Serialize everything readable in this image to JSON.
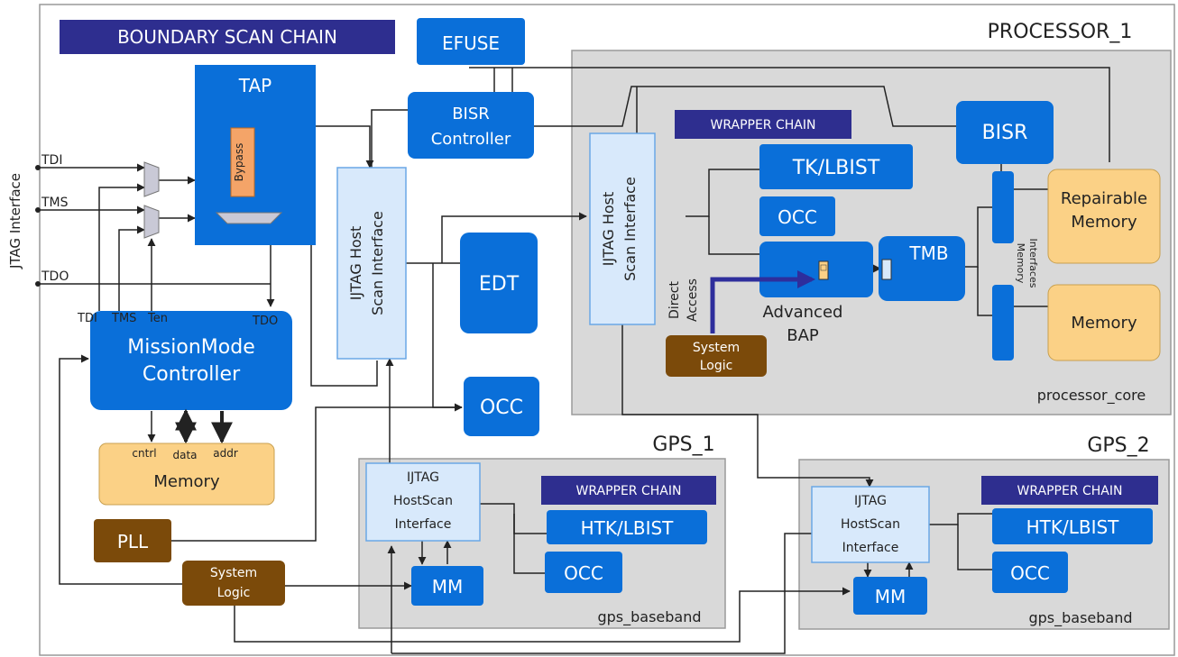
{
  "labels": {
    "title": "BOUNDARY SCAN CHAIN",
    "processor": "PROCESSOR_1",
    "efuse": "EFUSE",
    "tap": "TAP",
    "bypass": "Bypass",
    "bisr_ctrl_1": "BISR",
    "bisr_ctrl_2": "Controller",
    "bisr": "BISR",
    "wrapper_chain": "WRAPPER CHAIN",
    "tk_lbist": "TK/LBIST",
    "occ": "OCC",
    "tmb": "TMB",
    "repairable_1": "Repairable",
    "repairable_2": "Memory",
    "memory": "Memory",
    "memory_interfaces_1": "Memory",
    "memory_interfaces_2": "Interfaces",
    "adv_bap_1": "Advanced",
    "adv_bap_2": "BAP",
    "direct_1": "Direct",
    "direct_2": "Access",
    "system_1": "System",
    "system_2": "Logic",
    "processor_core": "processor_core",
    "ijtag_host_1": "IJTAG Host",
    "ijtag_host_2": "Scan Interface",
    "edt": "EDT",
    "jtag_interface": "JTAG Interface",
    "tdi": "TDI",
    "tms": "TMS",
    "tdo": "TDO",
    "ten": "Ten",
    "mmc_1": "MissionMode",
    "mmc_2": "Controller",
    "cntrl": "cntrl",
    "data": "data",
    "addr": "addr",
    "pll": "PLL",
    "gps1": "GPS_1",
    "gps2": "GPS_2",
    "ijtag_small_1": "IJTAG",
    "ijtag_small_2": "HostScan",
    "ijtag_small_3": "Interface",
    "htk_lbist": "HTK/LBIST",
    "mm": "MM",
    "gps_baseband": "gps_baseband"
  },
  "colors": {
    "block_blue": "#0a6fd9",
    "light_blue": "#d8e9fb",
    "gray_region": "#d9d9d9",
    "memory_amber": "#fbd186",
    "system_brown": "#7b4a0a",
    "wrapper_navy": "#2e2e8f",
    "direct_access_arrow": "#2e2e9c"
  }
}
